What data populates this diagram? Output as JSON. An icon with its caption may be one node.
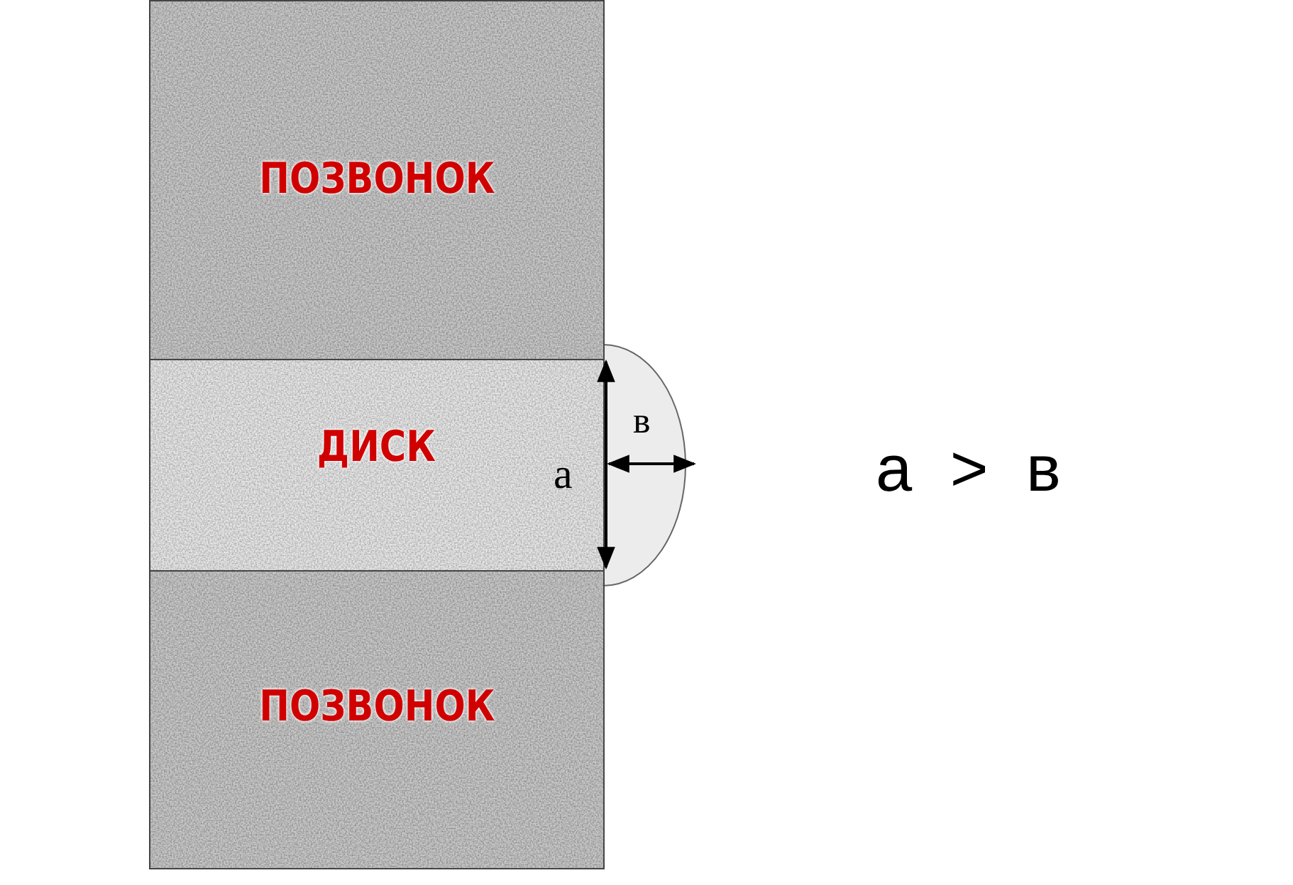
{
  "diagram": {
    "nodes": [
      {
        "text": [
          "ПОЗВОНОК"
        ]
      },
      {
        "text": [
          "ДИСК"
        ]
      },
      {
        "text": [
          "ПОЗВОНОК"
        ]
      }
    ],
    "labels": [
      "а",
      "в",
      "а > в"
    ]
  }
}
